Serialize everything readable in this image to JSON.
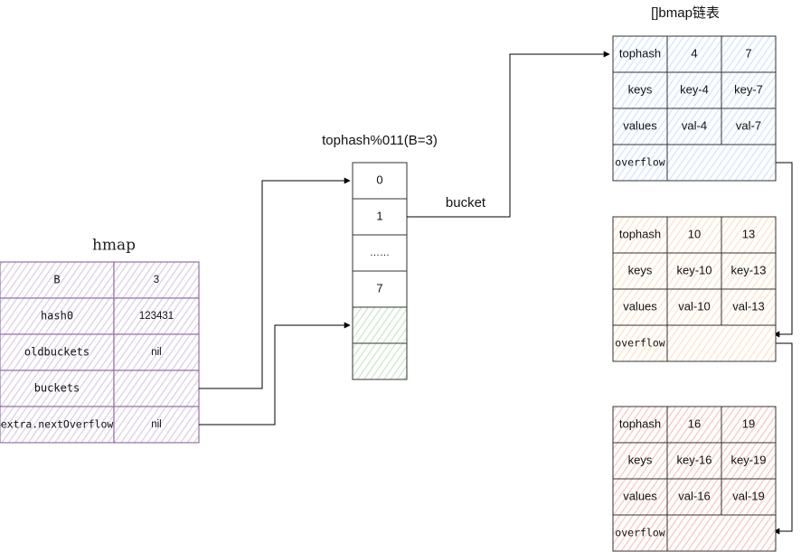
{
  "hmap": {
    "title": "hmap",
    "rows": [
      {
        "field": "B",
        "value": "3"
      },
      {
        "field": "hash0",
        "value": "123431"
      },
      {
        "field": "oldbuckets",
        "value": "nil"
      },
      {
        "field": "buckets",
        "value": ""
      },
      {
        "field": "extra.nextOverflow",
        "value": "nil"
      }
    ]
  },
  "bucket_array": {
    "title": "tophash%011(B=3)",
    "cells": [
      "0",
      "1",
      "……",
      "7",
      "",
      ""
    ]
  },
  "edge_label": "bucket",
  "bmap_chain": {
    "title": "[]bmap链表",
    "row_labels": [
      "tophash",
      "keys",
      "values",
      "overflow"
    ],
    "buckets": [
      {
        "tophash": [
          "4",
          "7"
        ],
        "keys": [
          "key-4",
          "key-7"
        ],
        "values": [
          "val-4",
          "val-7"
        ]
      },
      {
        "tophash": [
          "10",
          "13"
        ],
        "keys": [
          "key-10",
          "key-13"
        ],
        "values": [
          "val-10",
          "val-13"
        ]
      },
      {
        "tophash": [
          "16",
          "19"
        ],
        "keys": [
          "key-16",
          "key-19"
        ],
        "values": [
          "val-16",
          "val-19"
        ]
      }
    ]
  },
  "colors": {
    "hmap_stroke": "#9673a6",
    "hmap_fill": "#e1d5e7",
    "bucket_stroke": "#333333",
    "overflow_fill": "#d5e8d4",
    "bmap_fills": [
      "#dae8fc",
      "#ffe6cc",
      "#f8cecc"
    ],
    "edge": "#000000"
  }
}
